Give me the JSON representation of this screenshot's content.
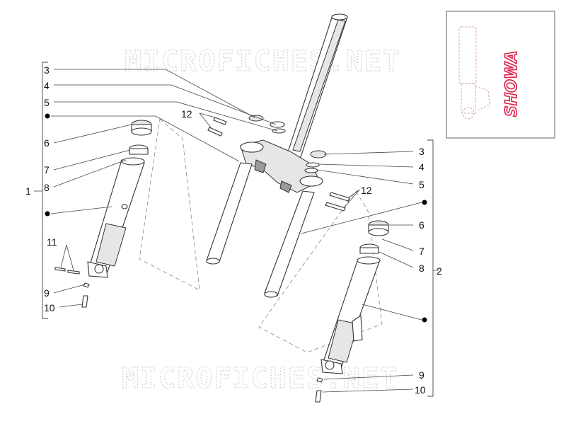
{
  "watermark": "MICROFICHES.NET",
  "inset_brand": "SHOWA",
  "callouts_left": {
    "c3": "3",
    "c4": "4",
    "c5": "5",
    "c6": "6",
    "c7": "7",
    "c8": "8",
    "c1": "1",
    "c11": "11",
    "c9": "9",
    "c10": "10",
    "c12": "12"
  },
  "callouts_right": {
    "c3": "3",
    "c4": "4",
    "c5": "5",
    "c12": "12",
    "c6": "6",
    "c7": "7",
    "c8": "8",
    "c2": "2",
    "c9": "9",
    "c10": "10"
  }
}
